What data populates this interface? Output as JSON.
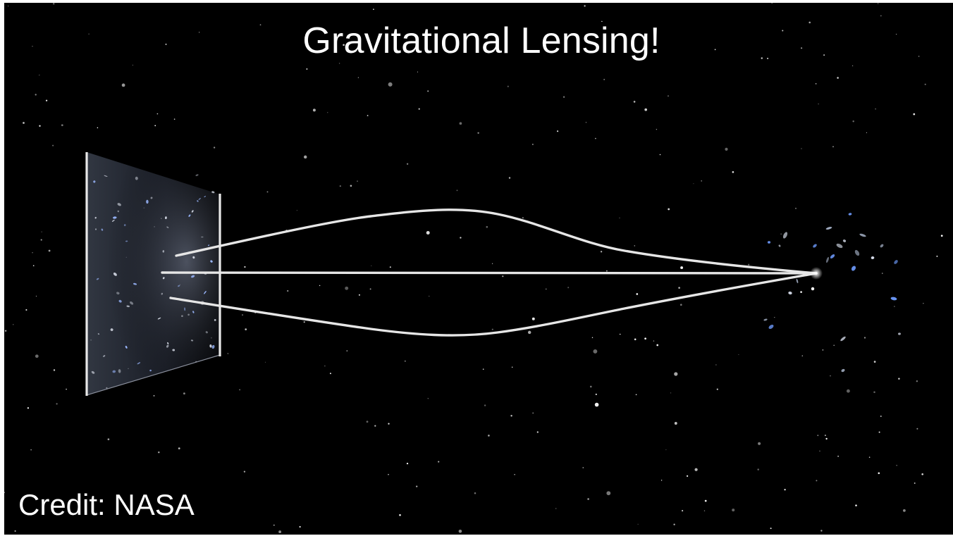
{
  "slide": {
    "title": "Gravitational Lensing!",
    "credit": "Credit: NASA"
  },
  "colors": {
    "background": "#000000",
    "frame": "#ffffff",
    "text": "#ffffff",
    "light_path": "#e6e6e6",
    "galaxy": "#9bb8ff"
  },
  "illustration": {
    "elements": [
      "observer-image-plane",
      "light-paths",
      "lensed-galaxy-source",
      "starfield"
    ],
    "light_path_count": 3
  }
}
